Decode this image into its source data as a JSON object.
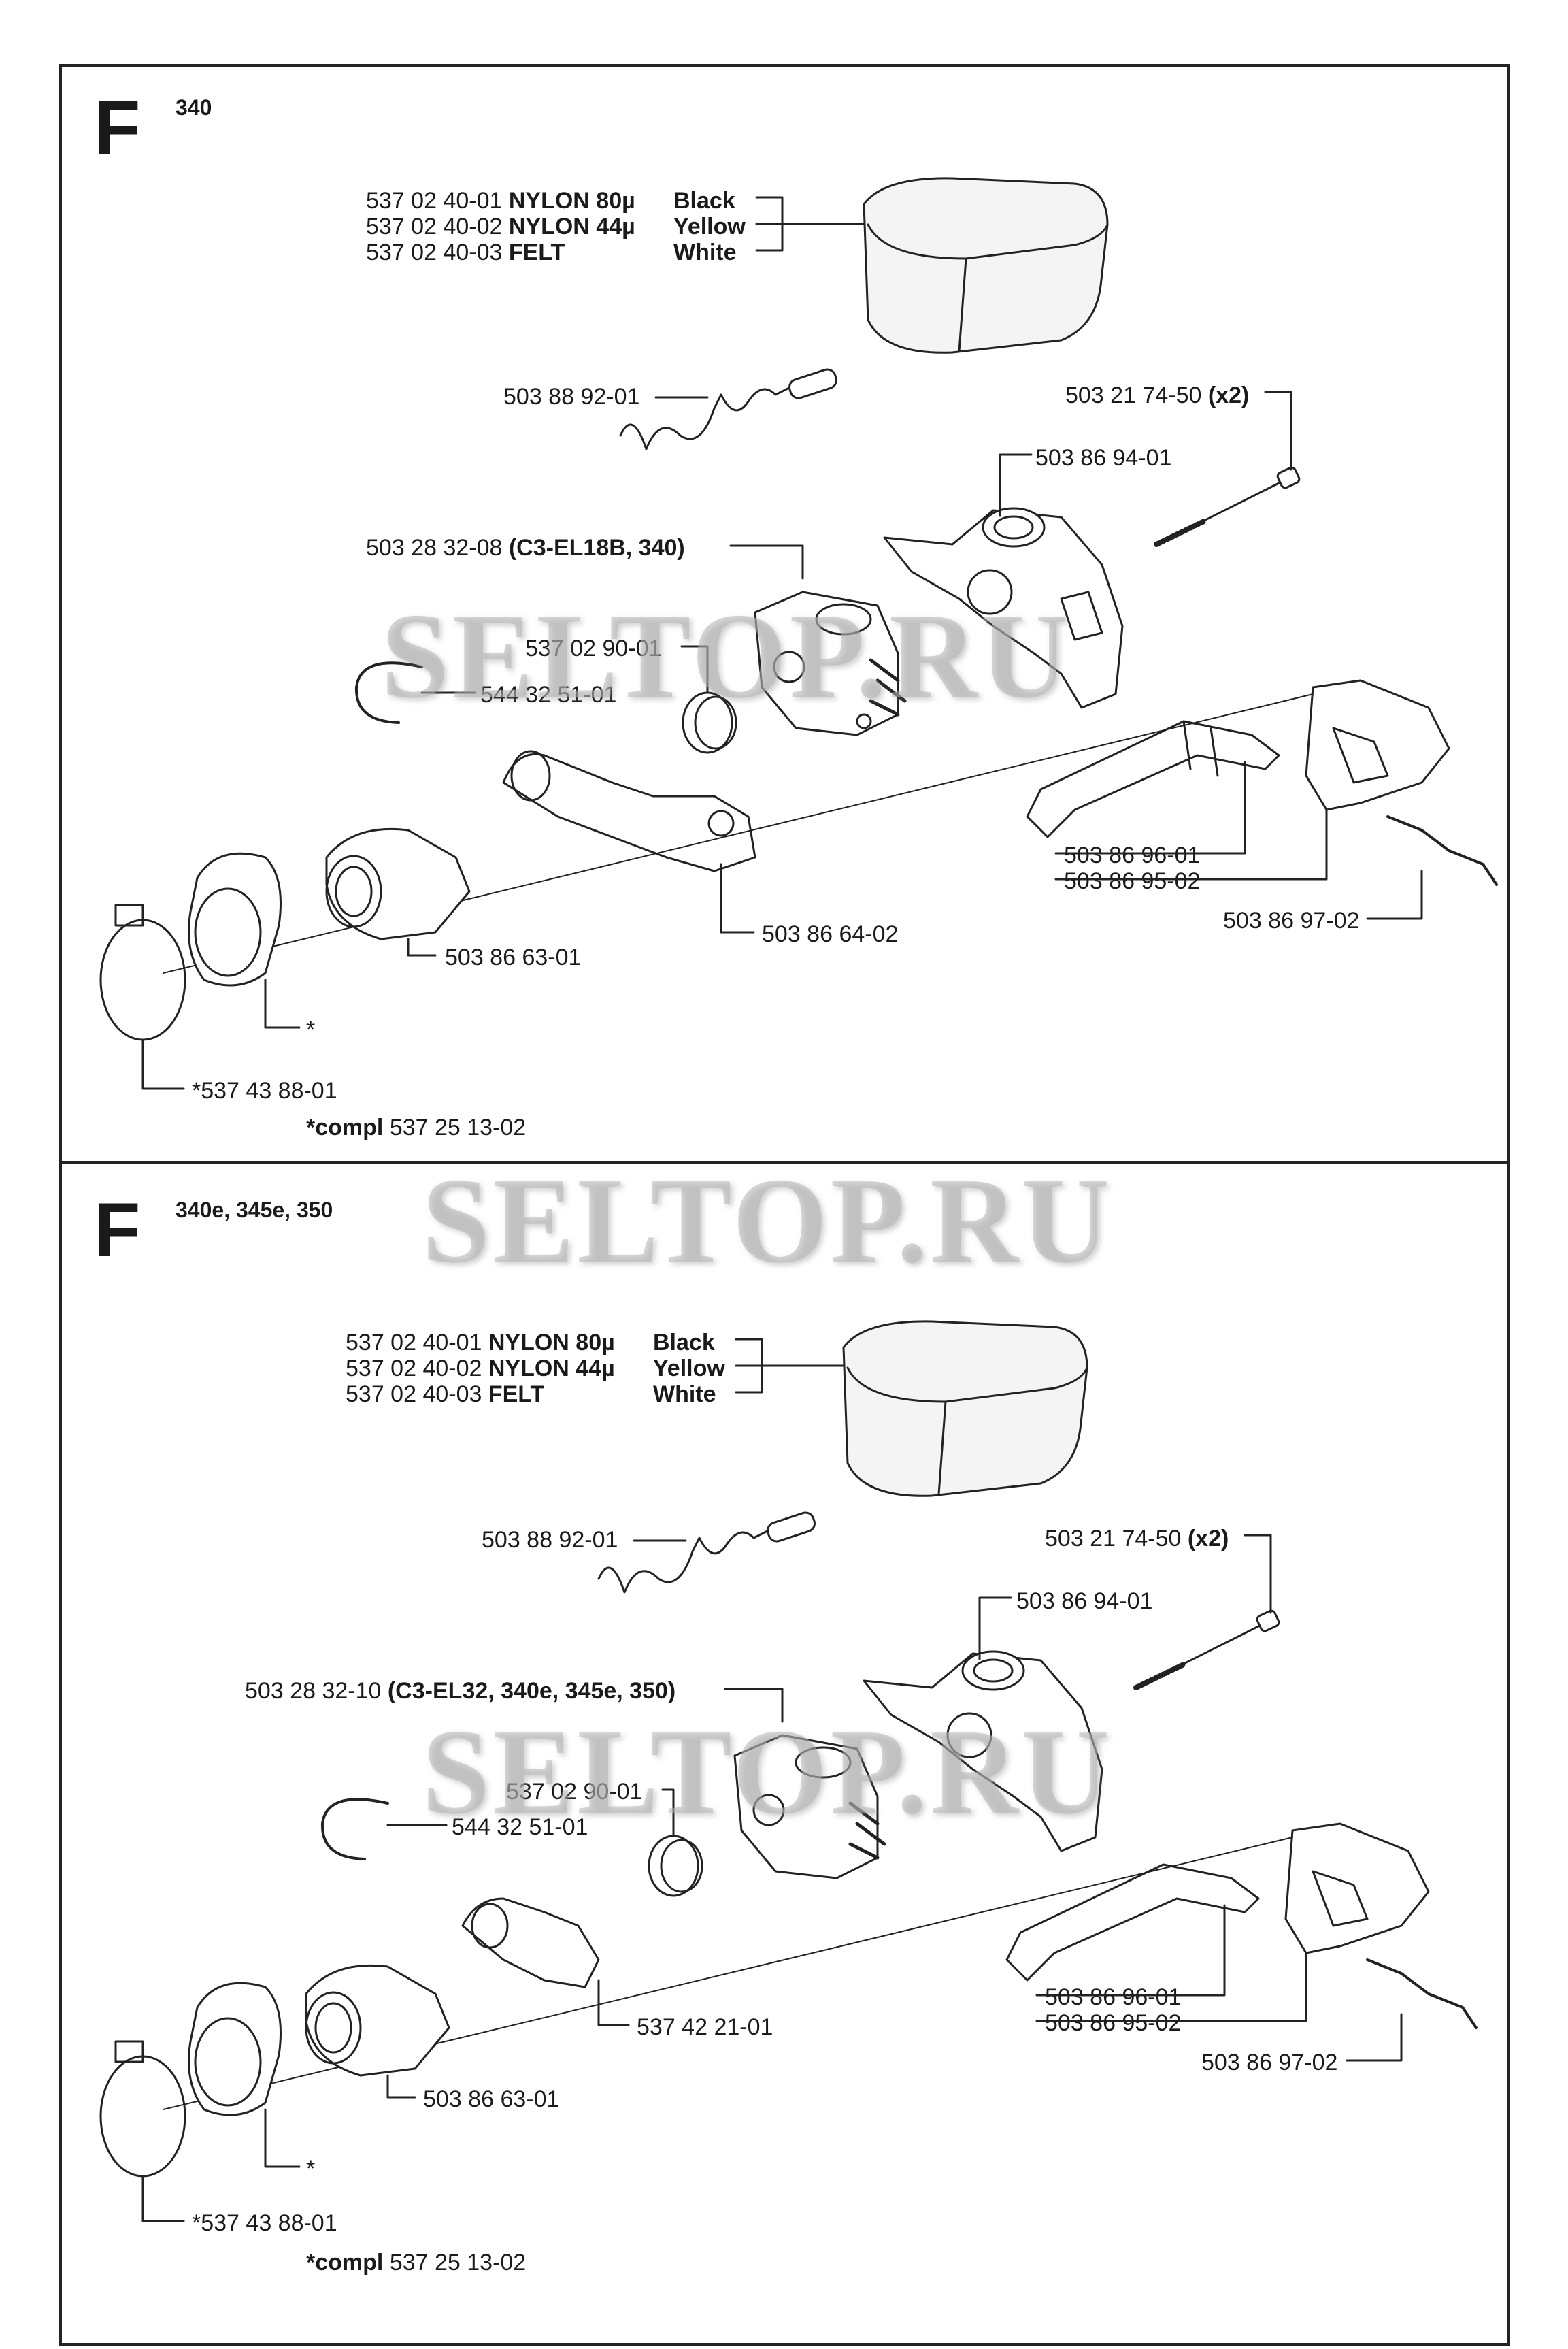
{
  "panels": [
    {
      "letter": "F",
      "model": "340",
      "filter_rows": [
        {
          "pn": "537 02 40-01",
          "material": "NYLON 80µ",
          "color": "Black"
        },
        {
          "pn": "537 02 40-02",
          "material": "NYLON 44µ",
          "color": "Yellow"
        },
        {
          "pn": "537 02 40-03",
          "material": "FELT",
          "color": "White"
        }
      ],
      "carb_pn": "503 28 32-08",
      "carb_note": "(C3-EL18B, 340)",
      "screw_pn": "503 21 74-50",
      "screw_qty": "(x2)",
      "parts": {
        "wire": "503 88 92-01",
        "holder": "503 86 94-01",
        "gasket": "537 02 90-01",
        "ring": "544 32 51-01",
        "bracket": "503 86 64-02",
        "lever1": "503 86 96-01",
        "lever2": "503 86 95-02",
        "spring": "503 86 97-02",
        "intake": "503 86 63-01",
        "star": "*",
        "clamp": "*537 43 88-01"
      },
      "compl_prefix": "*compl",
      "compl_pn": "537 25 13-02"
    },
    {
      "letter": "F",
      "model": "340e, 345e, 350",
      "filter_rows": [
        {
          "pn": "537 02 40-01",
          "material": "NYLON 80µ",
          "color": "Black"
        },
        {
          "pn": "537 02 40-02",
          "material": "NYLON 44µ",
          "color": "Yellow"
        },
        {
          "pn": "537 02 40-03",
          "material": "FELT",
          "color": "White"
        }
      ],
      "carb_pn": "503 28 32-10",
      "carb_note": "(C3-EL32, 340e, 345e, 350)",
      "screw_pn": "503 21 74-50",
      "screw_qty": "(x2)",
      "parts": {
        "wire": "503 88 92-01",
        "holder": "503 86 94-01",
        "gasket": "537 02 90-01",
        "ring": "544 32 51-01",
        "bracket": "537 42 21-01",
        "lever1": "503 86 96-01",
        "lever2": "503 86 95-02",
        "spring": "503 86 97-02",
        "intake": "503 86 63-01",
        "star": "*",
        "clamp": "*537 43 88-01"
      },
      "compl_prefix": "*compl",
      "compl_pn": "537 25 13-02"
    }
  ],
  "watermark": "SELTOP.RU"
}
